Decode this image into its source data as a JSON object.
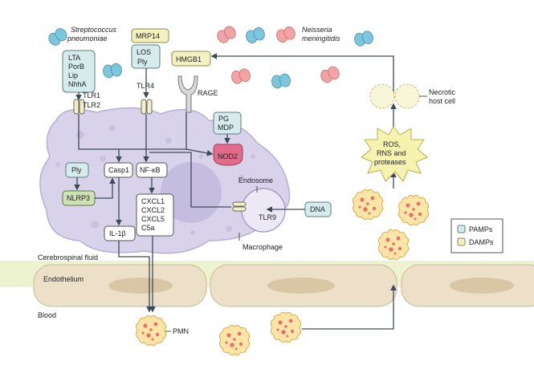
{
  "pathogens": {
    "strep": [
      "Streptococcus",
      "pneumoniae"
    ],
    "neisseria": [
      "Neisseria",
      "meningitidis"
    ]
  },
  "boxes": {
    "lta": [
      "LTA",
      "PorB",
      "Lip",
      "NhhA"
    ],
    "mrp14": "MRP14",
    "los": [
      "LOS",
      "Ply"
    ],
    "hmgb1": "HMGB1",
    "pg": [
      "PG",
      "MDP"
    ],
    "ply": "Ply",
    "casp1": "Casp1",
    "nfkb": "NF-κB",
    "nlrp3": "NLRP3",
    "chemokines": [
      "CXCL1",
      "CXCL2",
      "CXCL5",
      "C5a"
    ],
    "il1b": "IL-1β",
    "dna": "DNA",
    "nod2": "NOD2",
    "ros": [
      "ROS,",
      "RNS and",
      "proteases"
    ]
  },
  "receptors": {
    "tlr12": [
      "TLR1",
      "TLR2"
    ],
    "tlr4": "TLR4",
    "rage": "RAGE",
    "tlr9": "TLR9"
  },
  "labels": {
    "endosome": "Endosome",
    "macrophage": "Macrophage",
    "necrotic": [
      "Necrotic",
      "host cell"
    ],
    "csf": "Cerebrospinal fluid",
    "endothelium": "Endothelium",
    "blood": "Blood",
    "pmn": "PMN"
  },
  "legend": {
    "items": [
      {
        "label": "PAMPs",
        "color": "#d6ecec"
      },
      {
        "label": "DAMPs",
        "color": "#f4f1c0"
      }
    ]
  },
  "colors": {
    "pamp": "#d6ecec",
    "damp": "#f4f1c0",
    "macrophage": "#d8d2ea",
    "nucleus": "#c4bde0",
    "nod2": "#e06b8a",
    "endothelium": "#ede0c9",
    "csf": "#eef3cf",
    "bacteria_blue": "#7cc7dd",
    "bacteria_pink": "#f2a3a3"
  }
}
